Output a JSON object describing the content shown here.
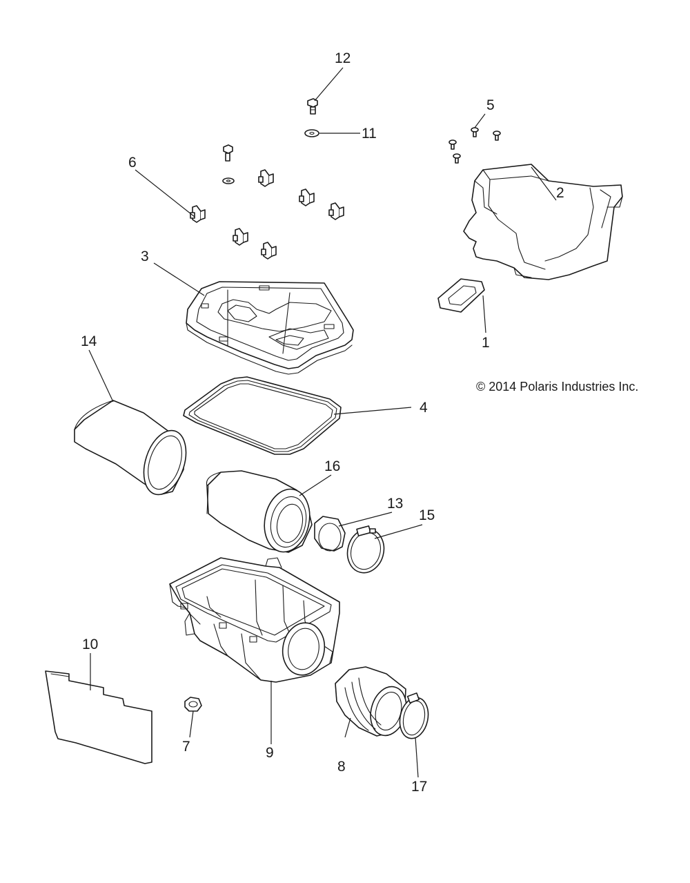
{
  "copyright": "© 2014 Polaris Industries Inc.",
  "callouts": {
    "c1": "1",
    "c2": "2",
    "c3": "3",
    "c4": "4",
    "c5": "5",
    "c6": "6",
    "c7": "7",
    "c8": "8",
    "c9": "9",
    "c10": "10",
    "c11": "11",
    "c12": "12",
    "c13": "13",
    "c14": "14",
    "c15": "15",
    "c16": "16",
    "c17": "17"
  }
}
